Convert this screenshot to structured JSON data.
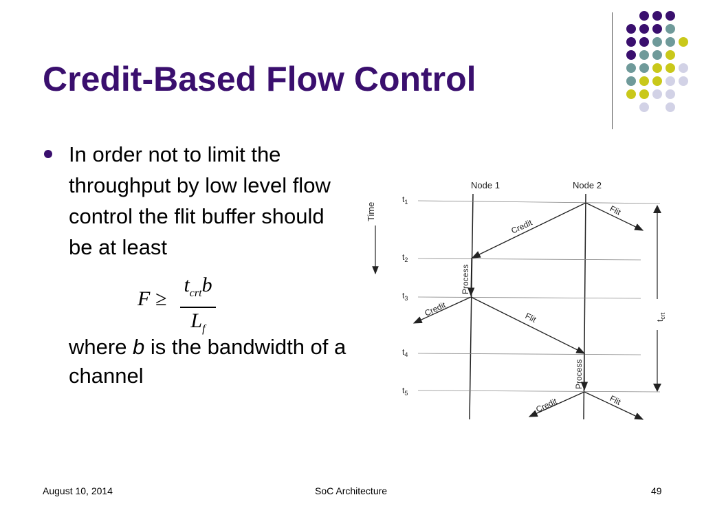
{
  "slide": {
    "title": "Credit-Based Flow Control",
    "bullet_text": "In order not to limit the throughput by low level flow control the flit buffer should be at least",
    "formula": {
      "lhs": "F ≥",
      "num_t": "t",
      "num_sub": "crt",
      "num_b": "b",
      "den_L": "L",
      "den_sub": "f"
    },
    "where_prefix": "where ",
    "where_var": "b",
    "where_suffix": " is the bandwidth of a channel"
  },
  "diagram": {
    "node1": "Node 1",
    "node2": "Node 2",
    "time": "Time",
    "t1": "t",
    "t1_sub": "1",
    "t2": "t",
    "t2_sub": "2",
    "t3": "t",
    "t3_sub": "3",
    "t4": "t",
    "t4_sub": "4",
    "t5": "t",
    "t5_sub": "5",
    "credit": "Credit",
    "flit": "Flit",
    "process": "Process",
    "tcrt": "t",
    "tcrt_sub": "crt"
  },
  "footer": {
    "date": "August 10, 2014",
    "center": "SoC Architecture",
    "page": "49"
  },
  "colors": {
    "purple": "#3a0f6e",
    "teal": "#6f9a9a",
    "yellow": "#c9c81a",
    "lavender": "#d2d2e6"
  }
}
